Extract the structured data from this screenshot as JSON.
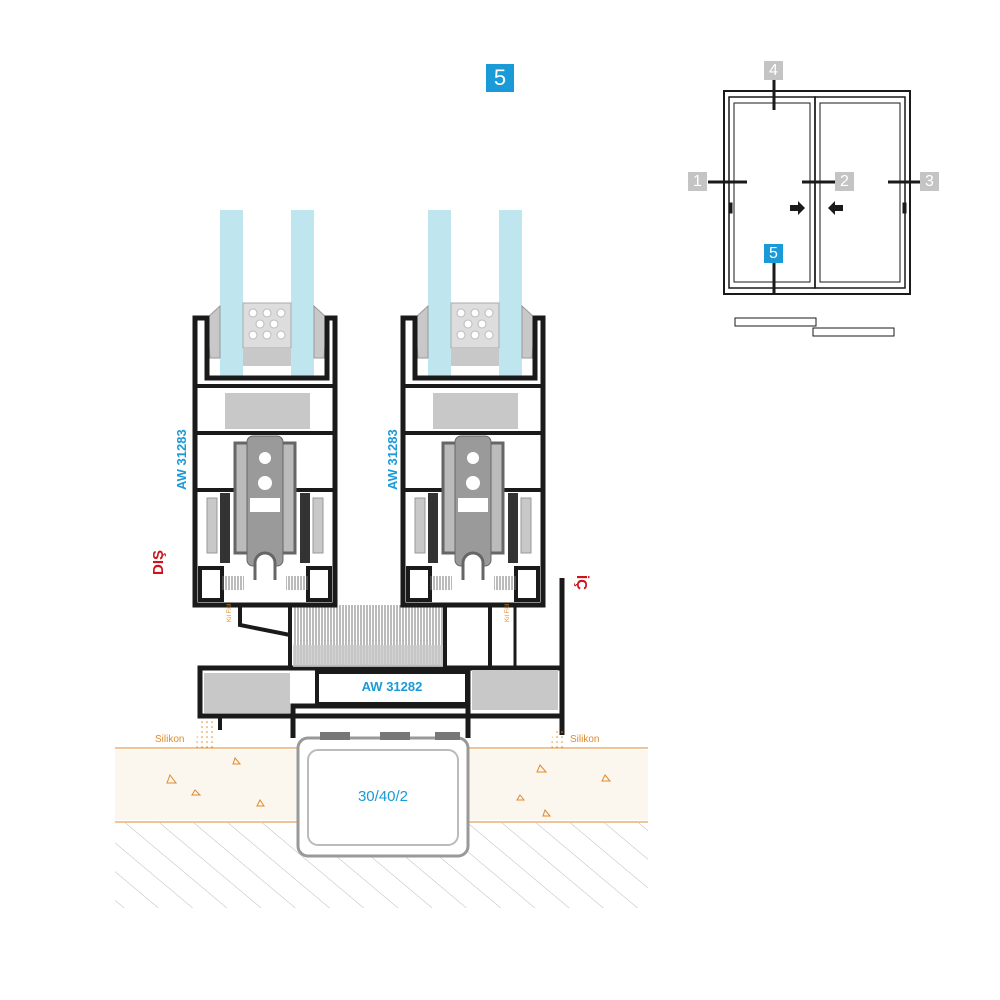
{
  "section_badge": "5",
  "labels": {
    "outside": "DIŞ",
    "inside": "İÇ",
    "sash_profile_left": "AW 31283",
    "sash_profile_right": "AW 31283",
    "frame_profile": "AW 31282",
    "brush_seal_left": "Kıl Fitil",
    "brush_seal_right": "Kıl Fitil",
    "silicone_left": "Silikon",
    "silicone_right": "Silikon",
    "tube": "30/40/2"
  },
  "key_plan": {
    "markers": [
      "1",
      "2",
      "3",
      "4",
      "5"
    ],
    "active_marker": "5"
  },
  "colors": {
    "accent_blue": "#1a9ad6",
    "red": "#d0121b",
    "orange": "#e08a2c",
    "glass": "#bfe6ef",
    "gray_fill": "#c8c8c8",
    "profile": "#1a1a1a"
  }
}
